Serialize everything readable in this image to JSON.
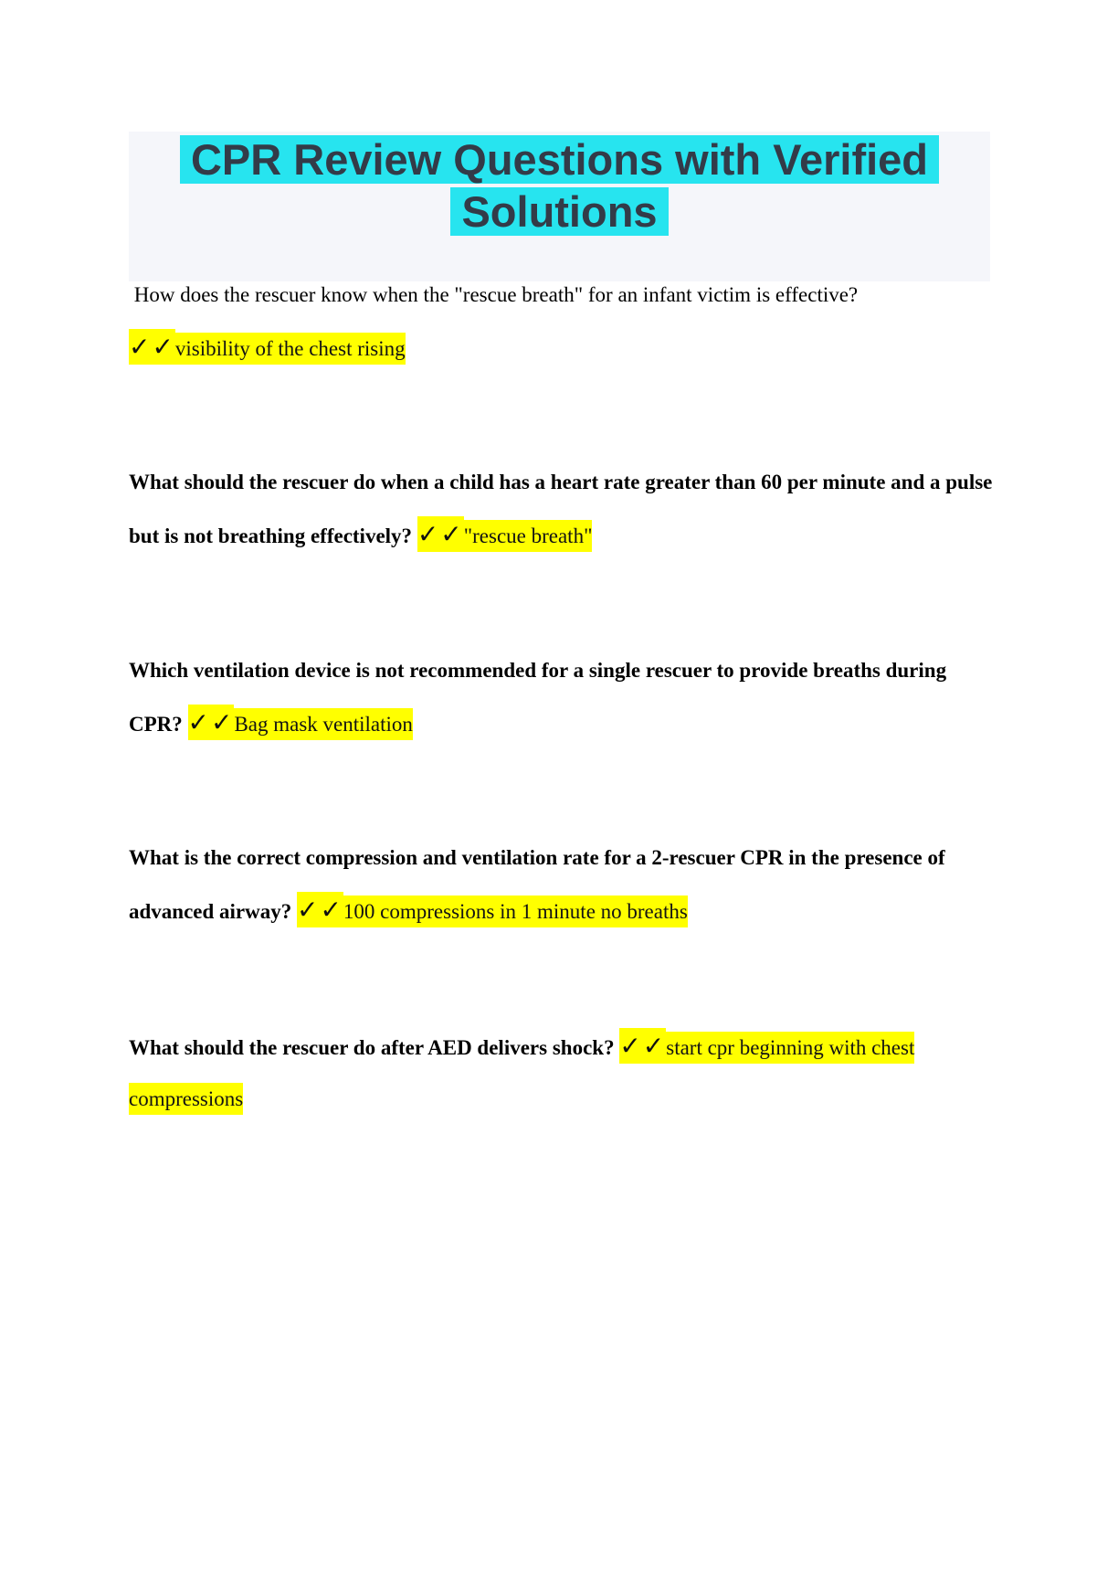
{
  "title": {
    "lines": [
      "CPR Review Questions with Verified",
      "Solutions"
    ],
    "highlight_color": "#27e4ef",
    "text_color": "#333b48",
    "panel_bg": "#f5f6fa"
  },
  "answer_style": {
    "highlight_color": "#ffff00",
    "checkmark": "✓✓"
  },
  "qa_blocks": [
    {
      "lines": [
        [
          {
            "s": "q",
            "t": " How does the rescuer know when the \"rescue breath\" for an infant victim is effective?"
          }
        ],
        [
          {
            "s": "check",
            "t": "✓✓"
          },
          {
            "s": "ans",
            "t": "visibility of the chest rising"
          }
        ]
      ]
    },
    {
      "lines": [
        [
          {
            "s": "qb",
            "t": "What should the rescuer do when a child has a heart rate greater than 60 per minute and a pulse"
          }
        ],
        [
          {
            "s": "qb",
            "t": "but is not breathing effectively? "
          },
          {
            "s": "check",
            "t": "✓✓"
          },
          {
            "s": "ans",
            "t": "\"rescue breath\""
          }
        ]
      ]
    },
    {
      "lines": [
        [
          {
            "s": "qb",
            "t": "Which ventilation device is not recommended for a single rescuer to provide breaths during"
          }
        ],
        [
          {
            "s": "qb",
            "t": "CPR? "
          },
          {
            "s": "check",
            "t": "✓✓"
          },
          {
            "s": "ans",
            "t": "Bag mask ventilation"
          }
        ]
      ]
    },
    {
      "lines": [
        [
          {
            "s": "qb",
            "t": "What is the correct compression and ventilation rate for a 2-rescuer CPR in the presence of"
          }
        ],
        [
          {
            "s": "qb",
            "t": "advanced airway? "
          },
          {
            "s": "check",
            "t": "✓✓"
          },
          {
            "s": "ans",
            "t": "100 compressions in 1 minute no breaths"
          }
        ]
      ]
    },
    {
      "lines": [
        [
          {
            "s": "qb",
            "t": "What should the rescuer do after AED delivers shock? "
          },
          {
            "s": "check",
            "t": "✓✓"
          },
          {
            "s": "ans",
            "t": "start cpr beginning with chest"
          }
        ],
        [
          {
            "s": "ans",
            "t": "compressions"
          }
        ]
      ]
    }
  ]
}
